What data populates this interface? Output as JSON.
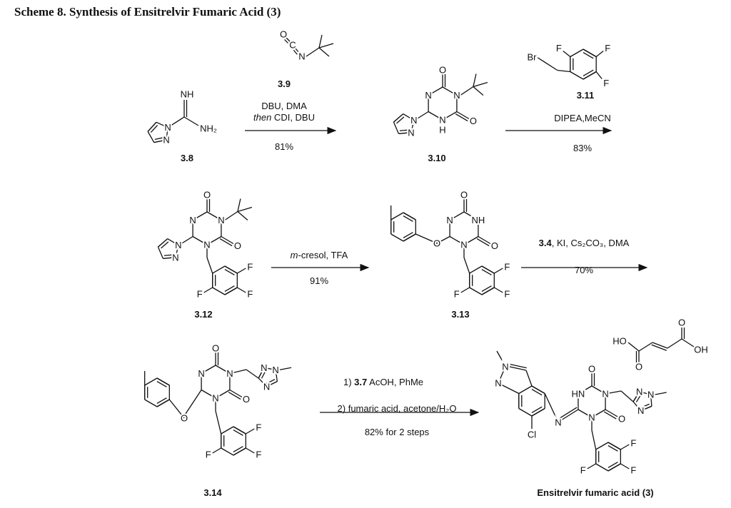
{
  "title": "Scheme 8. Synthesis of Ensitrelvir Fumaric Acid (3)",
  "atoms": {
    "N": "N",
    "O": "O",
    "C": "C",
    "H": "H",
    "NH": "NH",
    "HN": "HN",
    "NH2": "NH₂",
    "F": "F",
    "Br": "Br",
    "Cl": "Cl",
    "HO": "HO",
    "OH": "OH"
  },
  "compounds": {
    "c38": "3.8",
    "c39": "3.9",
    "c310": "3.10",
    "c311": "3.11",
    "c312": "3.12",
    "c313": "3.13",
    "c314": "3.14",
    "product": "Ensitrelvir fumaric acid (3)"
  },
  "steps": [
    {
      "lines": [
        {
          "parts": [
            "DBU, DMA"
          ]
        },
        {
          "parts": [
            "then",
            " CDI, DBU"
          ]
        }
      ],
      "yield": "81%"
    },
    {
      "lines": [
        {
          "parts": [
            "DIPEA,MeCN"
          ]
        }
      ],
      "yield": "83%"
    },
    {
      "lines": [
        {
          "parts": [
            "m",
            "-cresol, TFA"
          ]
        }
      ],
      "yield": "91%"
    },
    {
      "lines": [
        {
          "parts": [
            "3.4",
            ", KI, Cs₂CO₃, DMA"
          ]
        }
      ],
      "yield": "70%"
    },
    {
      "lines": [
        {
          "parts": [
            "1) ",
            "3.7",
            " AcOH, PhMe"
          ]
        },
        {
          "parts": [
            "2) fumaric acid, acetone/H₂O"
          ]
        }
      ],
      "yield": "82% for 2 steps"
    }
  ]
}
